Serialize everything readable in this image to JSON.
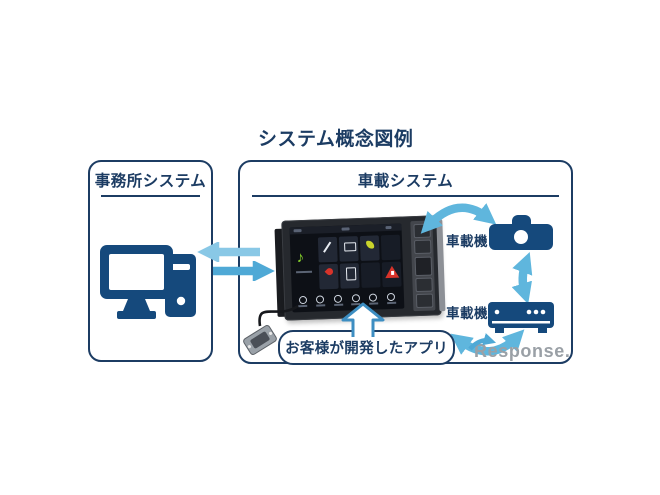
{
  "title": "システム概念図例",
  "office_system": {
    "title": "事務所システム",
    "icon": "desktop-computer-icon"
  },
  "vehicle_system": {
    "title": "車載システム",
    "head_unit": {
      "icon": "car-head-unit",
      "music_glyph": "♪"
    },
    "device_top": {
      "label": "車載機",
      "icon": "camera-device-icon"
    },
    "device_bottom": {
      "label": "車載機",
      "icon": "av-box-device-icon"
    },
    "app_callout": {
      "label": "お客様が開発したアプリ"
    }
  },
  "watermark": {
    "text": "Response."
  },
  "colors": {
    "navy_border_text": "#1c3c63",
    "icon_blue": "#15497c",
    "arrow_light_blue": "#89c8e6",
    "arrow_blue": "#4fa9d6",
    "warning_red": "#d8332a",
    "music_green": "#86d32b",
    "watermark_gray": "#9aa0a6"
  }
}
